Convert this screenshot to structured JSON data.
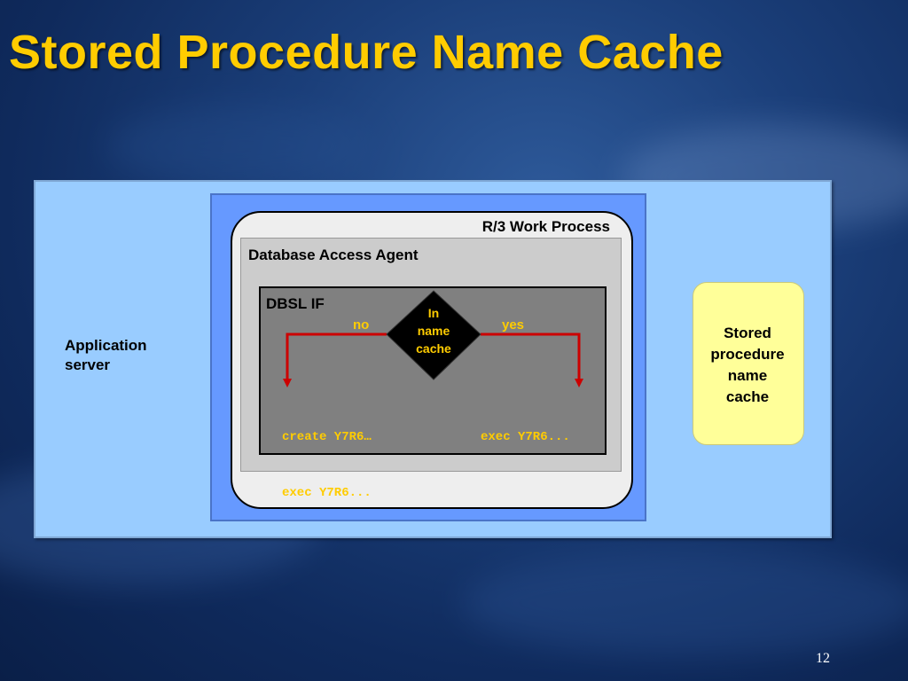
{
  "title": "Stored Procedure Name Cache",
  "diagram": {
    "application_server_label": [
      "Application",
      "server"
    ],
    "work_process_label": "R/3 Work Process",
    "database_access_agent_label": "Database Access Agent",
    "dbsl_label": "DBSL IF",
    "decision_label": [
      "In",
      "name",
      "cache"
    ],
    "no_label": "no",
    "yes_label": "yes",
    "no_branch_code": [
      "create Y7R6…",
      "exec Y7R6..."
    ],
    "yes_branch_code": [
      "exec Y7R6..."
    ],
    "cache_label": [
      "Stored",
      "procedure",
      "name",
      "cache"
    ]
  },
  "colors": {
    "title": "#ffcc00",
    "app_server_fill": "#99ccff",
    "work_process_fill": "#6699ff",
    "dbsl_fill": "#808080",
    "arrow": "#cc0000",
    "cache_fill": "#ffff99"
  },
  "page_number": "12"
}
